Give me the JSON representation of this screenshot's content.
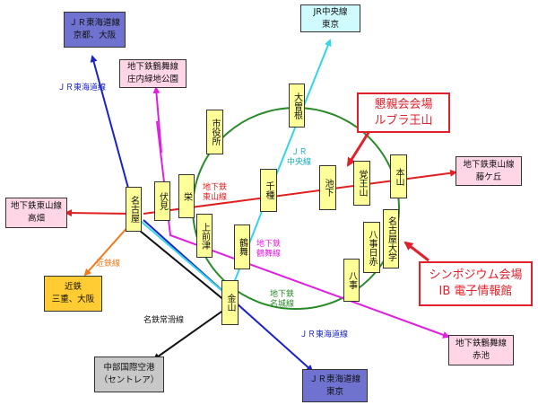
{
  "destinations": {
    "jr_tokaido_kyoto": {
      "line": "ＪＲ東海道線",
      "place": "京都、大阪"
    },
    "jr_chuo_tokyo": {
      "line": "JR中央線",
      "place": "東京"
    },
    "tsurumai_shonai": {
      "line": "地下鉄鶴舞線",
      "place": "庄内緑地公園"
    },
    "higashiyama_takabata": {
      "line": "地下鉄東山線",
      "place": "高畑"
    },
    "higashiyama_fujigaoka": {
      "line": "地下鉄東山線",
      "place": "藤ケ丘"
    },
    "kintetsu": {
      "line": "近鉄",
      "place": "三重、大阪"
    },
    "tsurumai_akaike": {
      "line": "地下鉄鶴舞線",
      "place": "赤池"
    },
    "chubu_airport": {
      "line": "中部国際空港",
      "place": "（セントレア）"
    },
    "jr_tokaido_tokyo": {
      "line": "ＪＲ東海道線",
      "place": "東京"
    }
  },
  "stations": {
    "nagoya": "名古屋",
    "fushimi": "伏見",
    "sakae": "栄",
    "shiyakusho": "市役所",
    "kamimaezu": "上前津",
    "tsurumai": "鶴舞",
    "kanayama": "金山",
    "chikusa": "千種",
    "ozone": "大曽根",
    "ikeshita": "池下",
    "kakuozan": "覚王山",
    "motoyama": "本山",
    "nagoya_daigaku": "名古屋大学",
    "yagoto_nisseki": "八事日赤",
    "yagoto": "八事"
  },
  "line_labels": {
    "jr_tokaido_top": "ＪＲ東海道線",
    "jr_chuo": [
      "ＪＲ",
      "中央線"
    ],
    "higashiyama": [
      "地下鉄",
      "東山線"
    ],
    "tsurumai": [
      "地下鉄",
      "鶴舞線"
    ],
    "meijo": [
      "地下鉄",
      "名城線"
    ],
    "kintetsu": "近鉄線",
    "meitetsu": "名鉄常滑線",
    "jr_tokaido_bottom": "ＪＲ東海道線"
  },
  "callouts": {
    "banquet": {
      "title": "懇親会会場",
      "place": "ルブラ王山"
    },
    "symposium": {
      "title": "シンポジウム会場",
      "place": "IB 電子情報館"
    }
  },
  "colors": {
    "jr_tokaido": "#1a22c8",
    "jr_chuo": "#33d6e6",
    "higashiyama": "#e02020",
    "tsurumai": "#e020e0",
    "meijo": "#2a8a2a",
    "kintetsu": "#f07a1a",
    "meitetsu": "#111111",
    "callout": "#e0202a"
  }
}
